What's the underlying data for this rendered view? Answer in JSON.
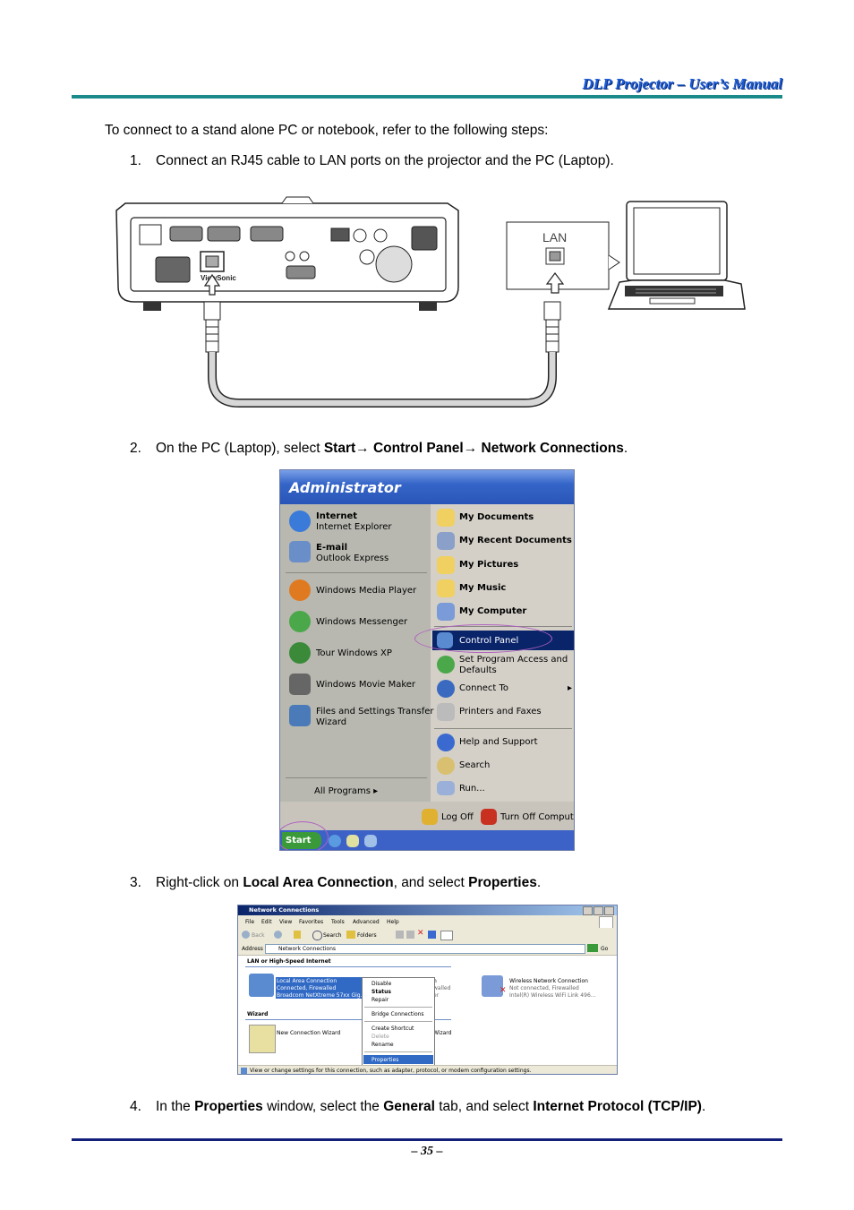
{
  "header": {
    "title": "DLP Projector – User’s Manual"
  },
  "intro": "To connect to a stand alone PC or notebook, refer to the following steps:",
  "steps": [
    {
      "num": "1.",
      "text": "Connect an RJ45 cable to LAN ports on the projector and the PC (Laptop)."
    },
    {
      "num": "2.",
      "pre": "On the PC (Laptop), select ",
      "b1": "Start",
      "arrow1": "→ ",
      "b2": "Control Panel",
      "arrow2": "→ ",
      "b3": "Network Connections",
      "post": "."
    },
    {
      "num": "3.",
      "pre": "Right-click on ",
      "b1": "Local Area Connection",
      "mid": ", and select ",
      "b2": "Properties",
      "post": "."
    },
    {
      "num": "4.",
      "pre": "In the ",
      "b1": "Properties",
      "mid1": " window, select the ",
      "b2": "General",
      "mid2": " tab, and select ",
      "b3": "Internet Protocol (TCP/IP)",
      "post": "."
    }
  ],
  "figure1": {
    "lan_label": "LAN",
    "brand": "ViewSonic"
  },
  "start_menu": {
    "user": "Administrator",
    "left_pinned": [
      {
        "title": "Internet",
        "sub": "Internet Explorer"
      },
      {
        "title": "E-mail",
        "sub": "Outlook Express"
      }
    ],
    "left_recent": [
      "Windows Media Player",
      "Windows Messenger",
      "Tour Windows XP",
      "Windows Movie Maker",
      "Files and Settings Transfer",
      "Wizard"
    ],
    "all_programs": "All Programs",
    "right_top": [
      "My Documents",
      "My Recent Documents",
      "My Pictures",
      "My Music",
      "My Computer"
    ],
    "right_mid": [
      "Control Panel",
      "Set Program Access and",
      "Defaults",
      "Connect To",
      "Printers and Faxes"
    ],
    "right_bot": [
      "Help and Support",
      "Search",
      "Run..."
    ],
    "log_off": "Log Off",
    "turn_off": "Turn Off Computer",
    "start": "Start"
  },
  "network_window": {
    "title": "Network Connections",
    "menu": [
      "File",
      "Edit",
      "View",
      "Favorites",
      "Tools",
      "Advanced",
      "Help"
    ],
    "toolbar": [
      "Back",
      "Search",
      "Folders"
    ],
    "address_label": "Address",
    "address_value": "Network Connections",
    "go": "Go",
    "section_lan": "LAN or High-Speed Internet",
    "lan_lines": [
      "Local Area Connection",
      "Connected, Firewalled",
      "Broadcom NetXtreme 57xx Gig..."
    ],
    "wireless_lines": [
      "Wireless Network Connection",
      "Not connected, Firewalled",
      "Intel(R) Wireless WiFi Link 496..."
    ],
    "section_wizard": "Wizard",
    "wizard_item": "New Connection Wizard",
    "context_menu": [
      "Disable",
      "Status",
      "Repair",
      "Bridge Connections",
      "Create Shortcut",
      "Delete",
      "Rename",
      "Properties"
    ],
    "status_bar": "View or change settings for this connection, such as adapter, protocol, or modem configuration settings."
  },
  "footer": {
    "page": "– 35 –"
  }
}
